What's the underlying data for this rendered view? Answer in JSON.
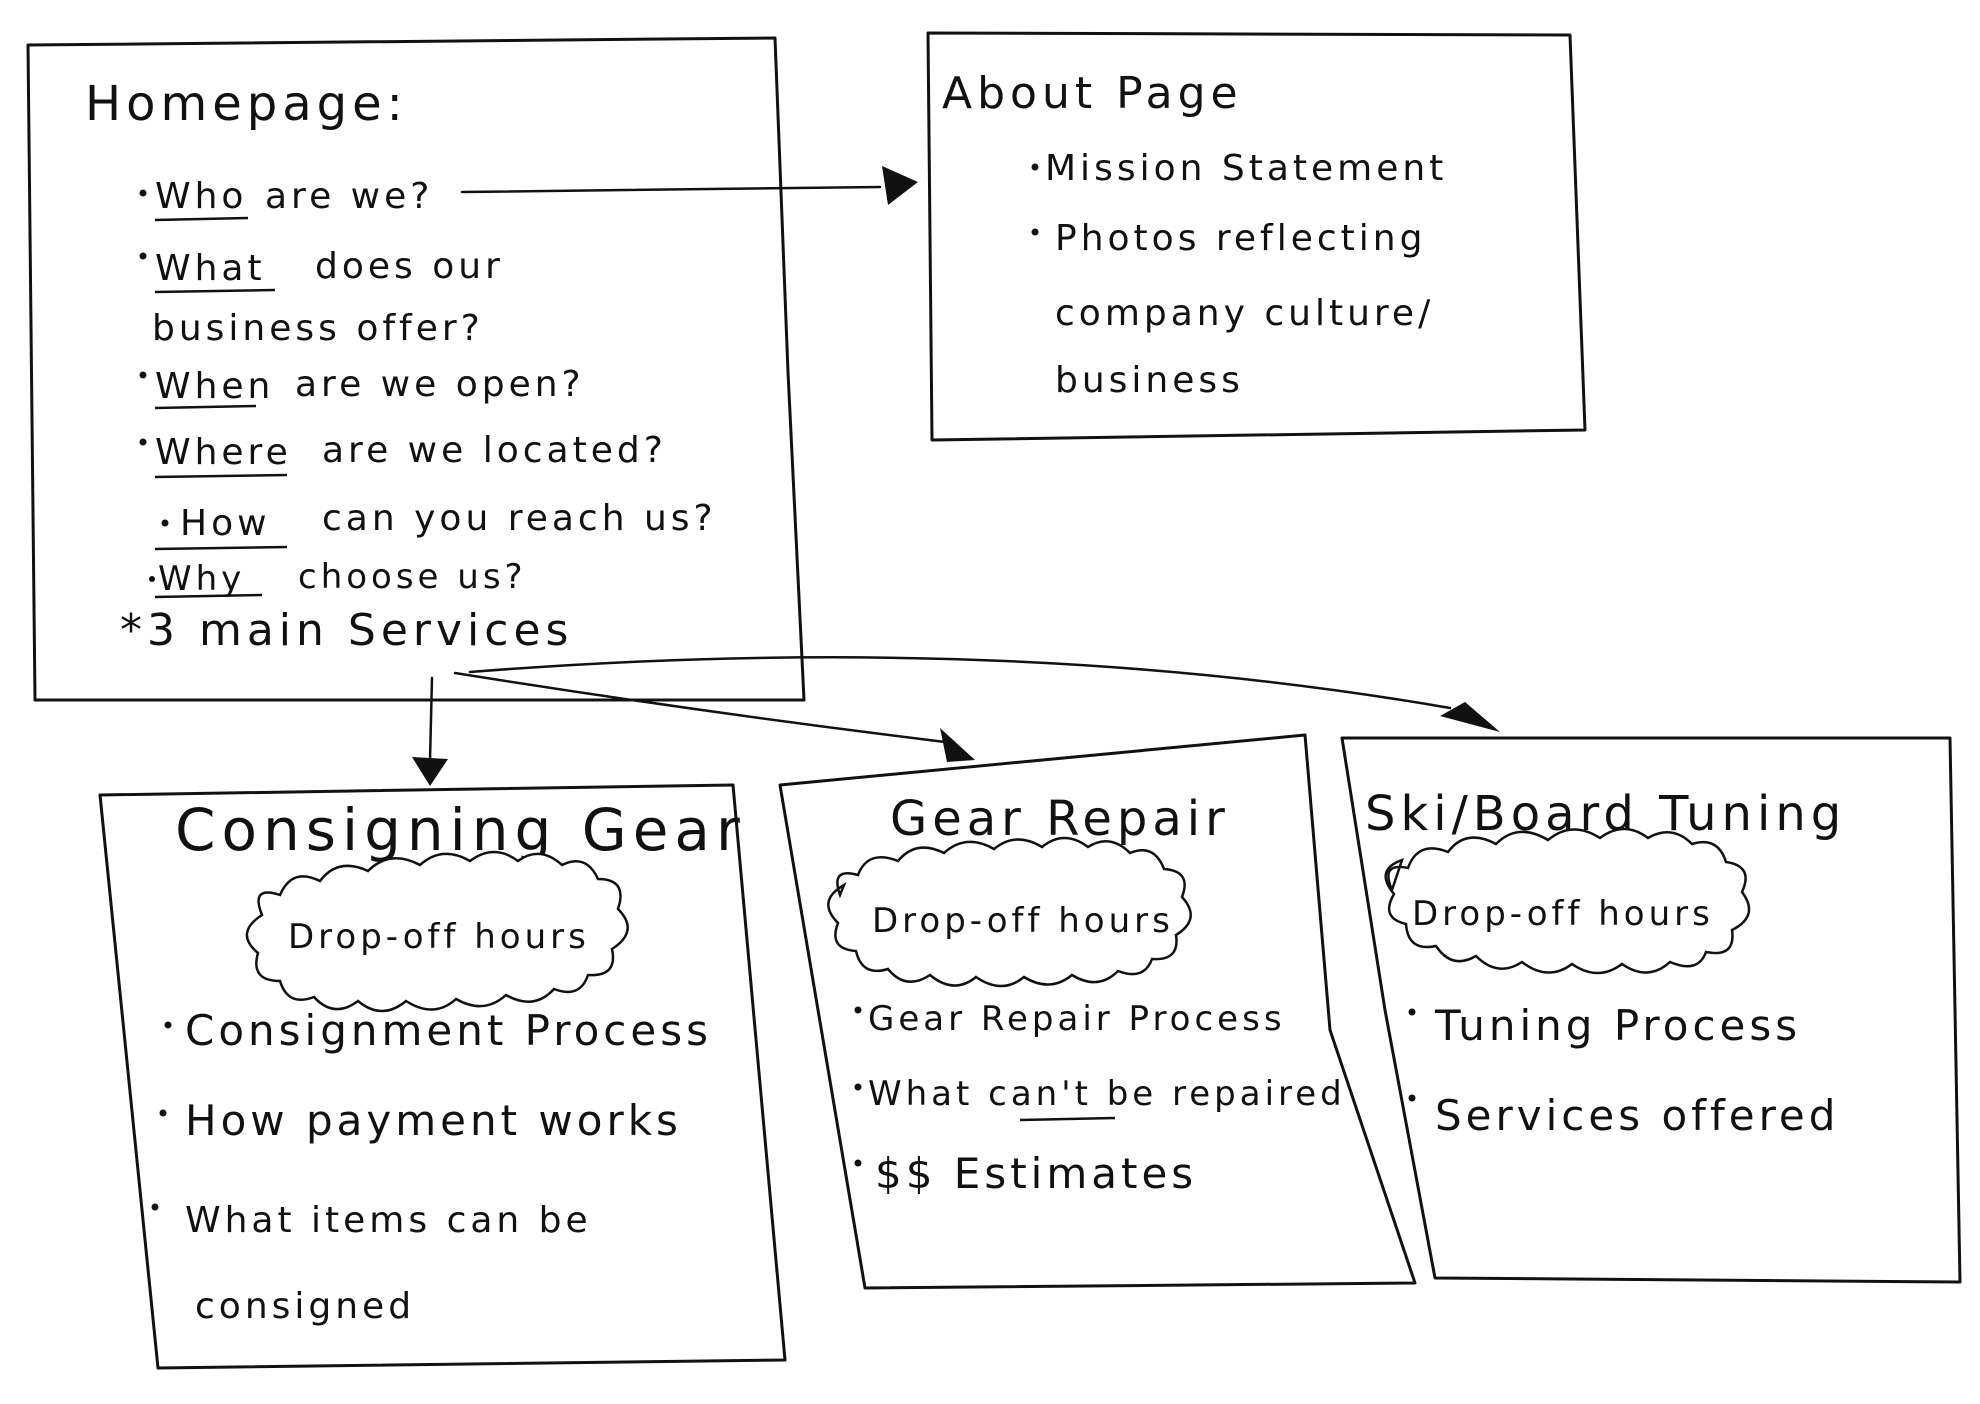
{
  "homepage": {
    "title": "Homepage:",
    "items": [
      {
        "keyword": "Who",
        "rest": "are we?"
      },
      {
        "keyword": "What",
        "rest": "does our"
      },
      {
        "keyword": "",
        "rest": "business offer?"
      },
      {
        "keyword": "When",
        "rest": "are we open?"
      },
      {
        "keyword": "Where",
        "rest": "are we located?"
      },
      {
        "keyword": "How",
        "rest": "can you reach us?"
      },
      {
        "keyword": "Why",
        "rest": "choose us?"
      }
    ],
    "note": "*3 main Services"
  },
  "about": {
    "title": "About Page",
    "items": [
      "Mission Statement",
      "Photos reflecting",
      "company culture/",
      "business"
    ]
  },
  "consigning": {
    "title": "Consigning Gear",
    "cloud": "Drop-off hours",
    "items": [
      "Consignment Process",
      "How payment works",
      "What items can be",
      "consigned"
    ]
  },
  "repair": {
    "title": "Gear Repair",
    "cloud": "Drop-off hours",
    "items": [
      "Gear Repair Process",
      "What can't be repaired",
      "$$ Estimates"
    ]
  },
  "tuning": {
    "title": "Ski/Board Tuning",
    "cloud": "Drop-off hours",
    "items": [
      "Tuning Process",
      "Services offered"
    ]
  }
}
